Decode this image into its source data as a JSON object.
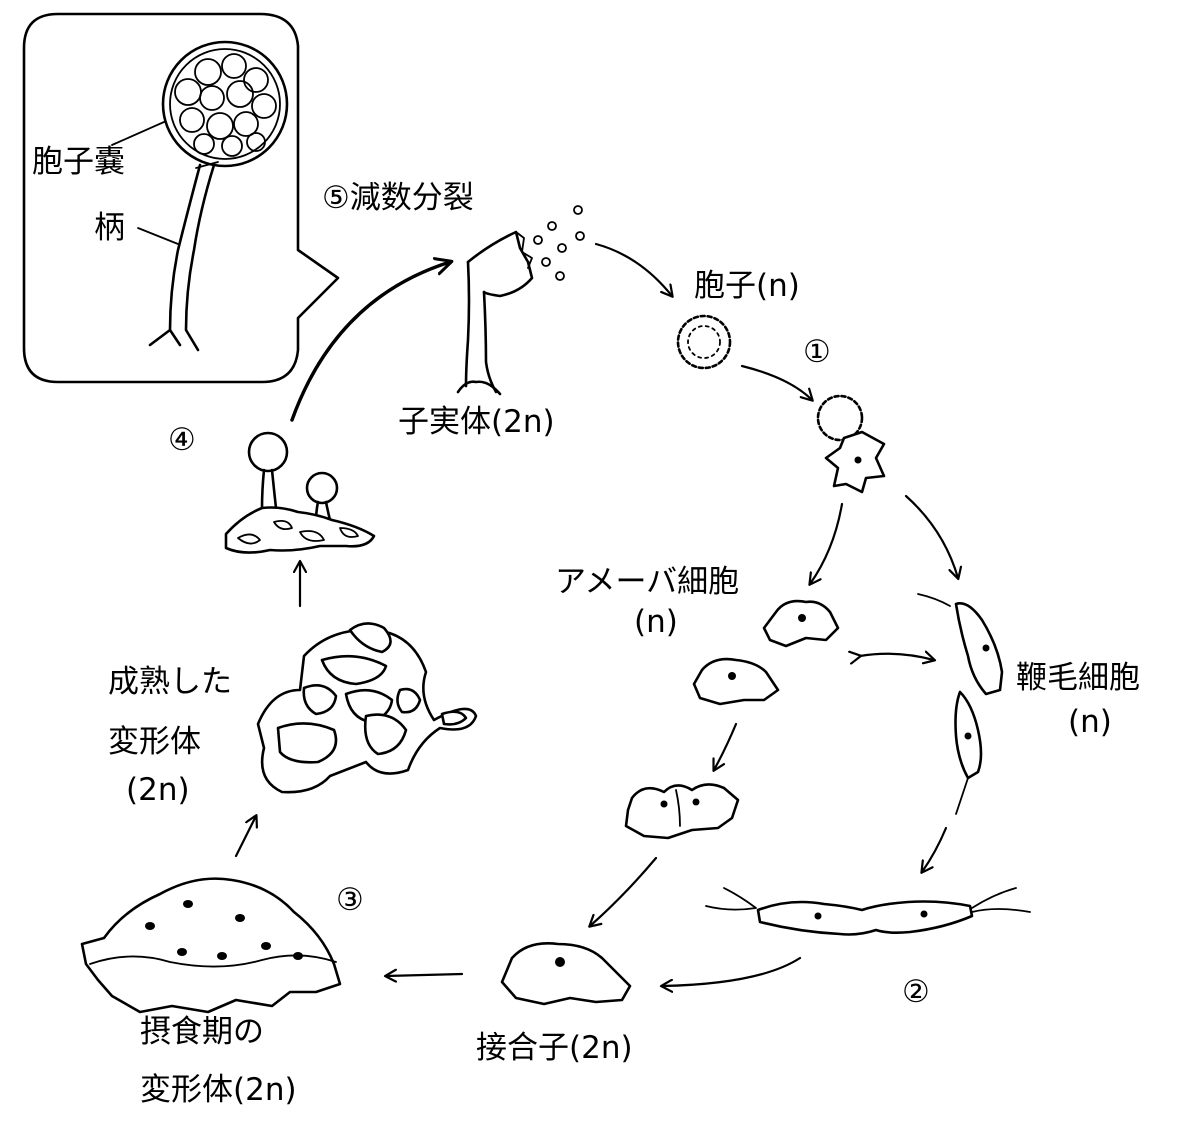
{
  "labels": {
    "sporangium": "胞子嚢",
    "stalk": "柄",
    "meiosis": "⑤減数分裂",
    "spore": "胞子(n)",
    "step1": "①",
    "fruiting_body": "子実体(2n)",
    "step4": "④",
    "amoeba_line1": "アメーバ細胞",
    "amoeba_line2": "(n)",
    "flagellate_line1": "鞭毛細胞",
    "flagellate_line2": "(n)",
    "mature_line1": "成熟した",
    "mature_line2": "変形体",
    "mature_line3": "(2n)",
    "step3": "③",
    "step2": "②",
    "zygote": "接合子(2n)",
    "feeding_line1": "摂食期の",
    "feeding_line2": "変形体(2n)"
  }
}
